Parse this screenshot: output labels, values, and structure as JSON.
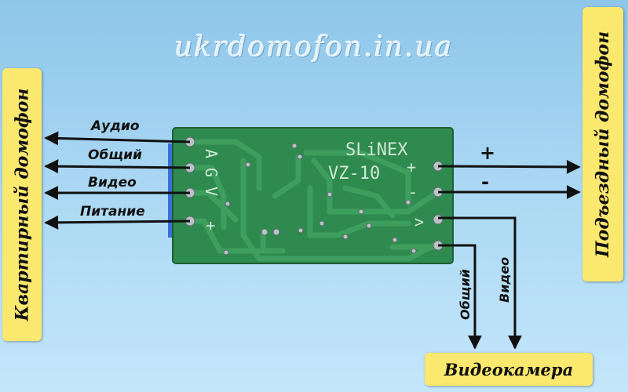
{
  "watermark": "ukrdomofon.in.ua",
  "left_label": "Квартирный домофон",
  "right_label": "Подъездный домофон",
  "bottom_label": "Видеокамера",
  "left_wires": [
    "Аудио",
    "Общий",
    "Видео",
    "Питание"
  ],
  "right_signs": [
    "+",
    "-"
  ],
  "camera_wires": [
    "Общий",
    "Видео"
  ],
  "board": {
    "brand": "SLiNEX",
    "model": "VZ-10",
    "left_pins": [
      "A",
      "G",
      "V",
      "+"
    ],
    "right_marks": [
      "+",
      "-",
      ">"
    ]
  },
  "colors": {
    "background": "#a9d7f3",
    "label_box": "#fbe86e",
    "board": "#2f8a4f",
    "traces": "#3d9e5e",
    "wire": "#111111"
  }
}
